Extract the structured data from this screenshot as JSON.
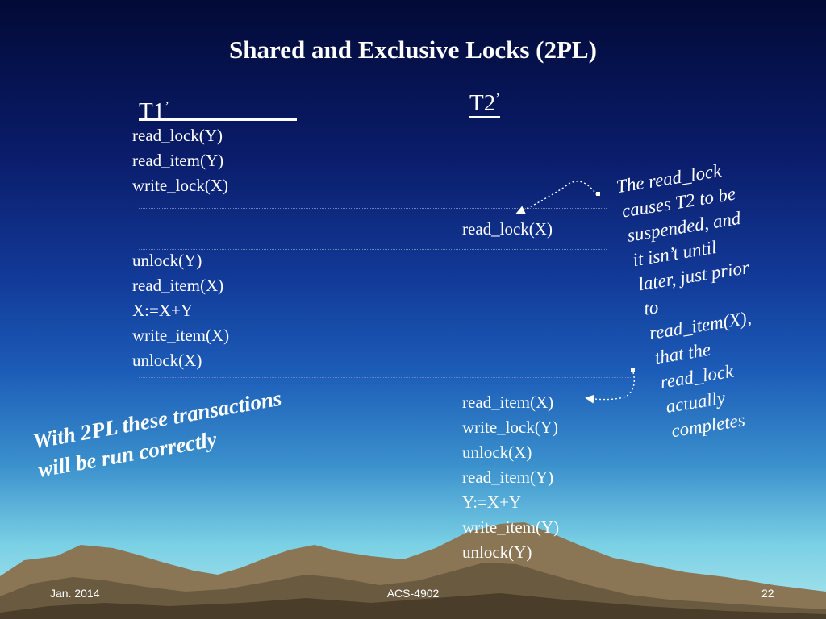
{
  "slide": {
    "title": "Shared and Exclusive Locks (2PL)",
    "t1_header": {
      "label": "T1",
      "mark": "’"
    },
    "t2_header": {
      "label": "T2",
      "mark": "’"
    },
    "t1_block1": [
      "read_lock(Y)",
      "read_item(Y)",
      "write_lock(X)"
    ],
    "t2_block1": [
      "read_lock(X)"
    ],
    "t1_block2": [
      "unlock(Y)",
      "read_item(X)",
      "X:=X+Y",
      "write_item(X)",
      "unlock(X)"
    ],
    "t2_block2": [
      "read_item(X)",
      "write_lock(Y)",
      "unlock(X)",
      "read_item(Y)",
      "Y:=X+Y",
      "write_item(Y)",
      "unlock(Y)"
    ],
    "annotation": [
      "The read_lock",
      "causes T2 to be",
      "suspended, and",
      "it isn’t until",
      "later, just prior",
      "to",
      "read_item(X),",
      "that the",
      "read_lock",
      "actually",
      "completes"
    ],
    "conclusion": [
      "With 2PL these transactions",
      "will be run correctly"
    ],
    "footer": {
      "date": "Jan. 2014",
      "course": "ACS-4902",
      "page": "22"
    }
  },
  "colors": {
    "text": "#ffffff",
    "sky_top": "#020a36",
    "sky_bottom": "#aee6ee",
    "mountain": "#6a5a40",
    "mountain_dark": "#3a3020"
  }
}
